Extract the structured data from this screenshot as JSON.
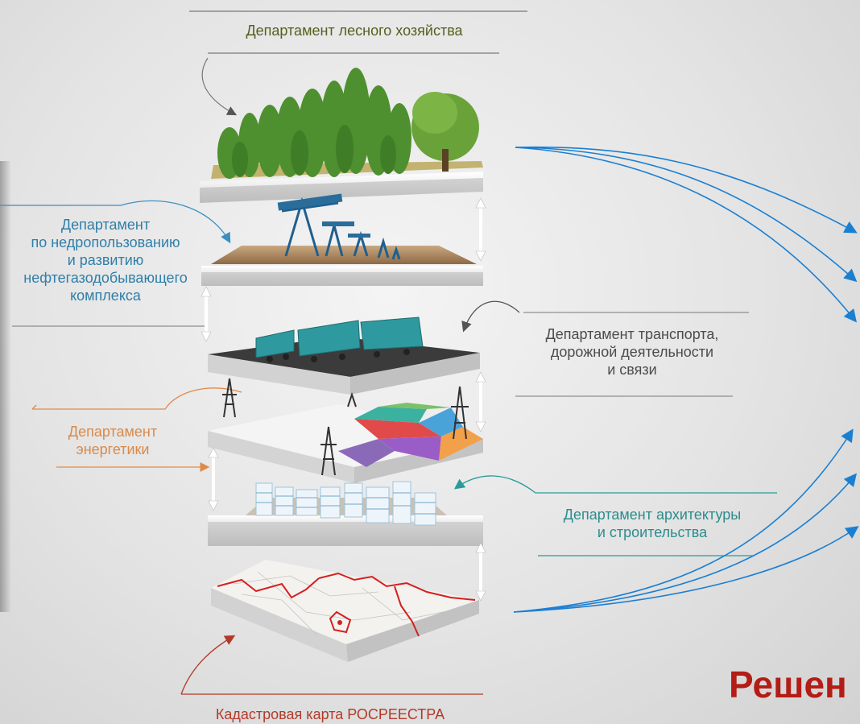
{
  "labels": {
    "forest": "Департамент лесного хозяйства",
    "oil": [
      "Департамент",
      "по недропользованию",
      "и развитию",
      "нефтегазодобывающего",
      "комплекса"
    ],
    "transport": [
      "Департамент транспорта,",
      "дорожной деятельности",
      "и связи"
    ],
    "energy": [
      "Департамент",
      "энергетики"
    ],
    "architecture": [
      "Департамент архитектуры",
      "и строительства"
    ],
    "cadastre": "Кадастровая карта РОСРЕЕСТРА"
  },
  "solution_text": "Решен",
  "colors": {
    "forest": "#55601e",
    "oil": "#2f7fa9",
    "transport": "#4c4c4c",
    "energy": "#d88a4c",
    "architecture": "#2c8c8e",
    "cadastre": "#b23a2a",
    "flow_arrows": "#1b7fd1",
    "solution": "#b41c16"
  }
}
